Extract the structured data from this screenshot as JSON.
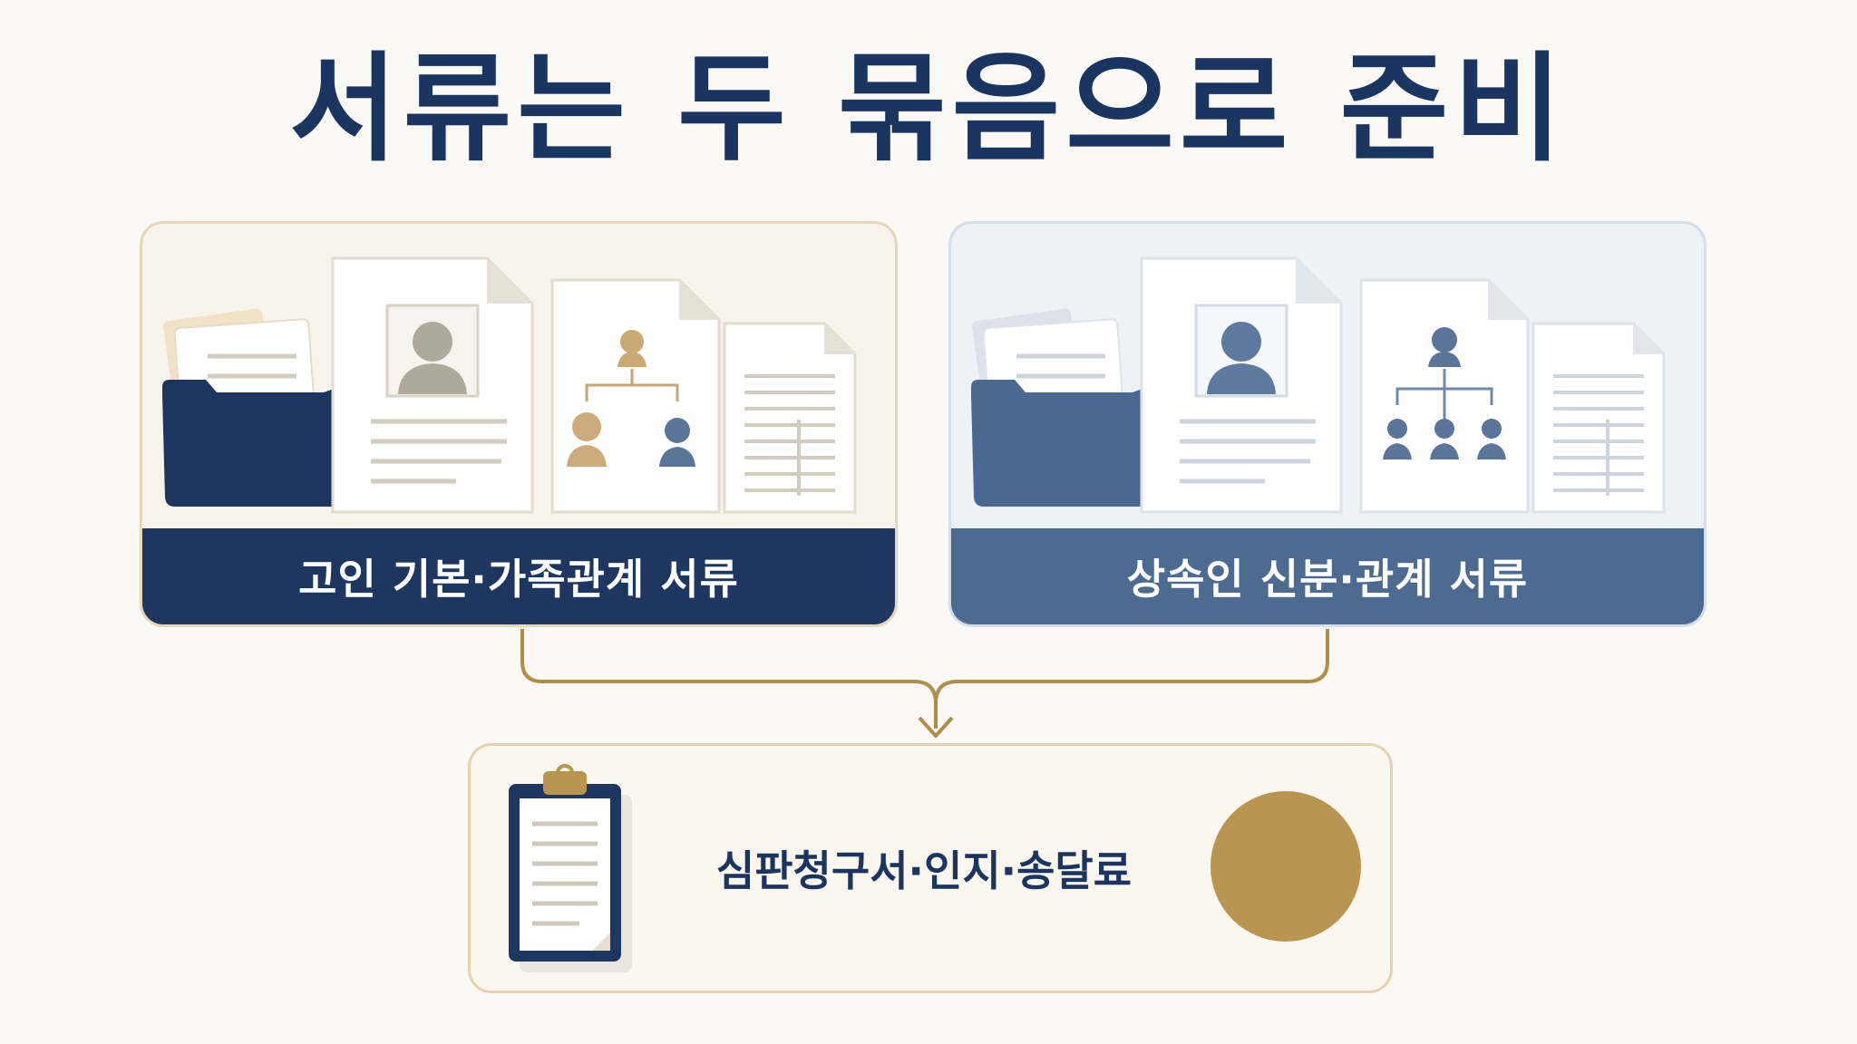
{
  "title": "서류는 두 묶음으로 준비",
  "groups": [
    {
      "label": "고인 기본·가족관계 서류",
      "color": "#1e3760"
    },
    {
      "label": "상속인 신분·관계 서류",
      "color": "#4d6a90"
    }
  ],
  "result": {
    "label": "심판청구서·인지·송달료",
    "seal_color": "#b89550"
  },
  "colors": {
    "title": "#1b3561",
    "accent": "#b08d49"
  }
}
